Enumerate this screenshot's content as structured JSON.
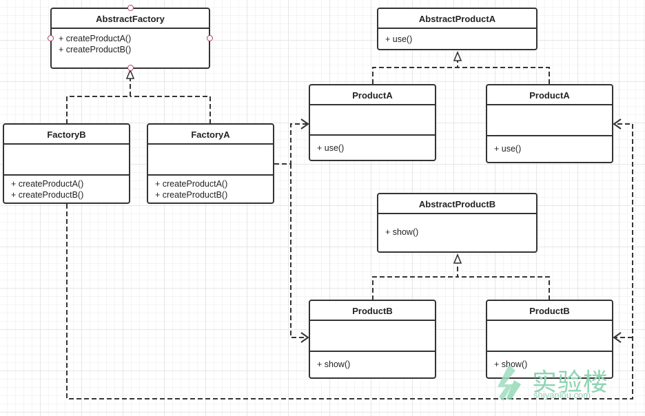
{
  "classes": {
    "abstract_factory": {
      "name": "AbstractFactory",
      "ops": [
        "+ createProductA()",
        "+ createProductB()"
      ]
    },
    "factory_b": {
      "name": "FactoryB",
      "ops": [
        "+ createProductA()",
        "+ createProductB()"
      ]
    },
    "factory_a": {
      "name": "FactoryA",
      "ops": [
        "+ createProductA()",
        "+ createProductB()"
      ]
    },
    "abstract_product_a": {
      "name": "AbstractProductA",
      "ops": [
        "+ use()"
      ]
    },
    "product_a_1": {
      "name": "ProductA",
      "ops": [
        "+ use()"
      ]
    },
    "product_a_2": {
      "name": "ProductA",
      "ops": [
        "+ use()"
      ]
    },
    "abstract_product_b": {
      "name": "AbstractProductB",
      "ops": [
        "+ show()"
      ]
    },
    "product_b_1": {
      "name": "ProductB",
      "ops": [
        "+ show()"
      ]
    },
    "product_b_2": {
      "name": "ProductB",
      "ops": [
        "+ show()"
      ]
    }
  },
  "connectors": [
    {
      "from": "FactoryB",
      "to": "AbstractFactory",
      "kind": "realization"
    },
    {
      "from": "FactoryA",
      "to": "AbstractFactory",
      "kind": "realization"
    },
    {
      "from": "ProductA",
      "to": "AbstractProductA",
      "kind": "realization"
    },
    {
      "from": "ProductB",
      "to": "AbstractProductB",
      "kind": "realization"
    },
    {
      "from": "FactoryA",
      "to": "ProductA",
      "kind": "dependency"
    },
    {
      "from": "FactoryA",
      "to": "ProductB",
      "kind": "dependency"
    },
    {
      "from": "FactoryB",
      "to": "ProductA",
      "kind": "dependency"
    },
    {
      "from": "FactoryB",
      "to": "ProductB",
      "kind": "dependency"
    }
  ],
  "watermark": {
    "chinese": "实验楼",
    "url": "shiyanlou.com",
    "color": "#8fd4b4"
  },
  "colors": {
    "line": "#333333",
    "handle": "#b04060"
  }
}
